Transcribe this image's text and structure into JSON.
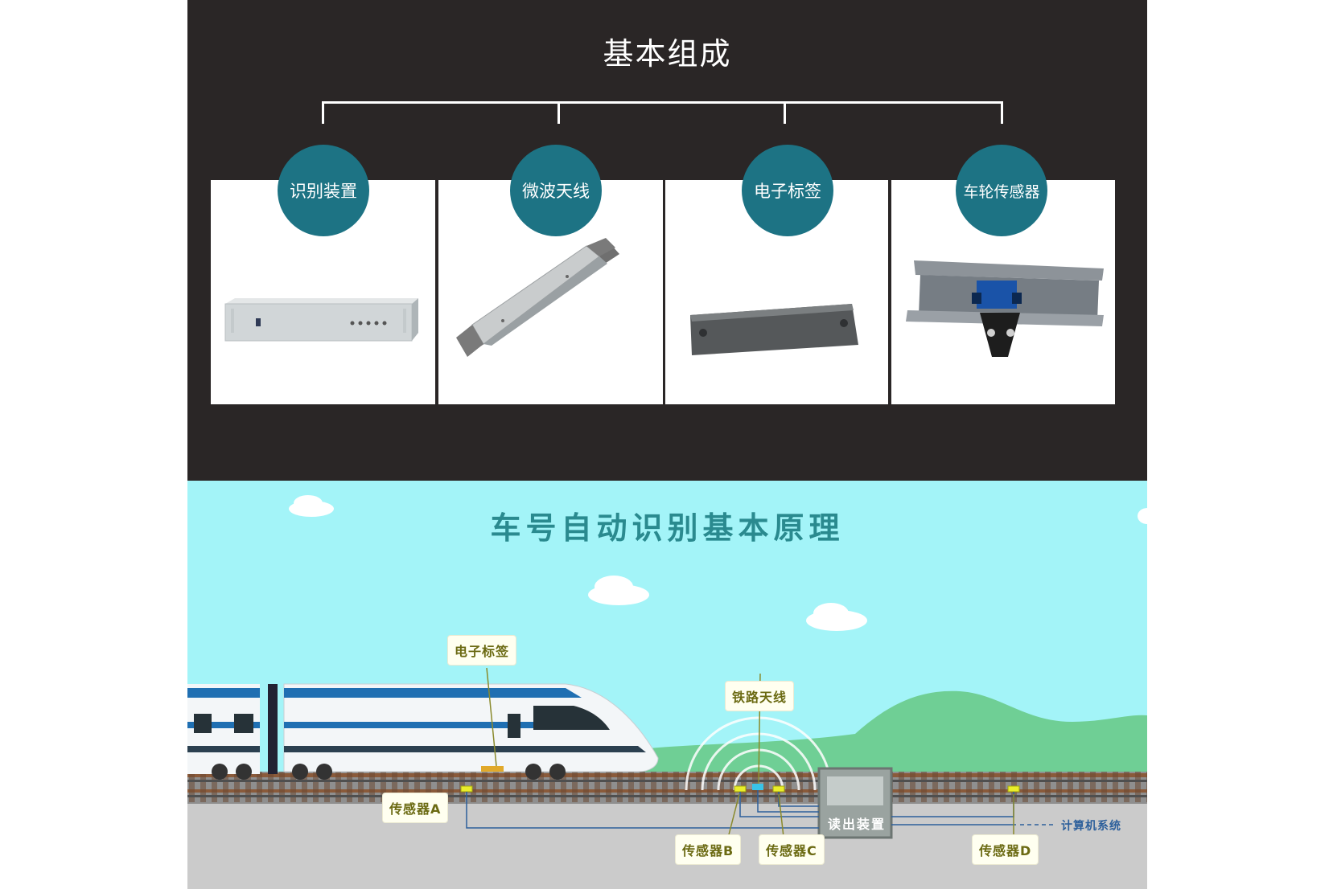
{
  "components_section": {
    "title": "基本组成",
    "items": [
      {
        "label": "识别装置"
      },
      {
        "label": "微波天线"
      },
      {
        "label": "电子标签"
      },
      {
        "label": "车轮传感器"
      }
    ]
  },
  "principle_section": {
    "title": "车号自动识别基本原理",
    "labels": {
      "electronic_tag": "电子标签",
      "rail_antenna": "铁路天线",
      "sensor_a": "传感器A",
      "sensor_b": "传感器B",
      "sensor_c": "传感器C",
      "sensor_d": "传感器D",
      "reader": "读出装置",
      "computer_system": "计算机系统"
    }
  },
  "colors": {
    "dark_background": "#2a2626",
    "badge_teal": "#1d7384",
    "sky": "#a3f4f8",
    "hill": "#6fcf95",
    "title_teal": "#2a8a8f",
    "wire_blue": "#2c5f9b"
  }
}
